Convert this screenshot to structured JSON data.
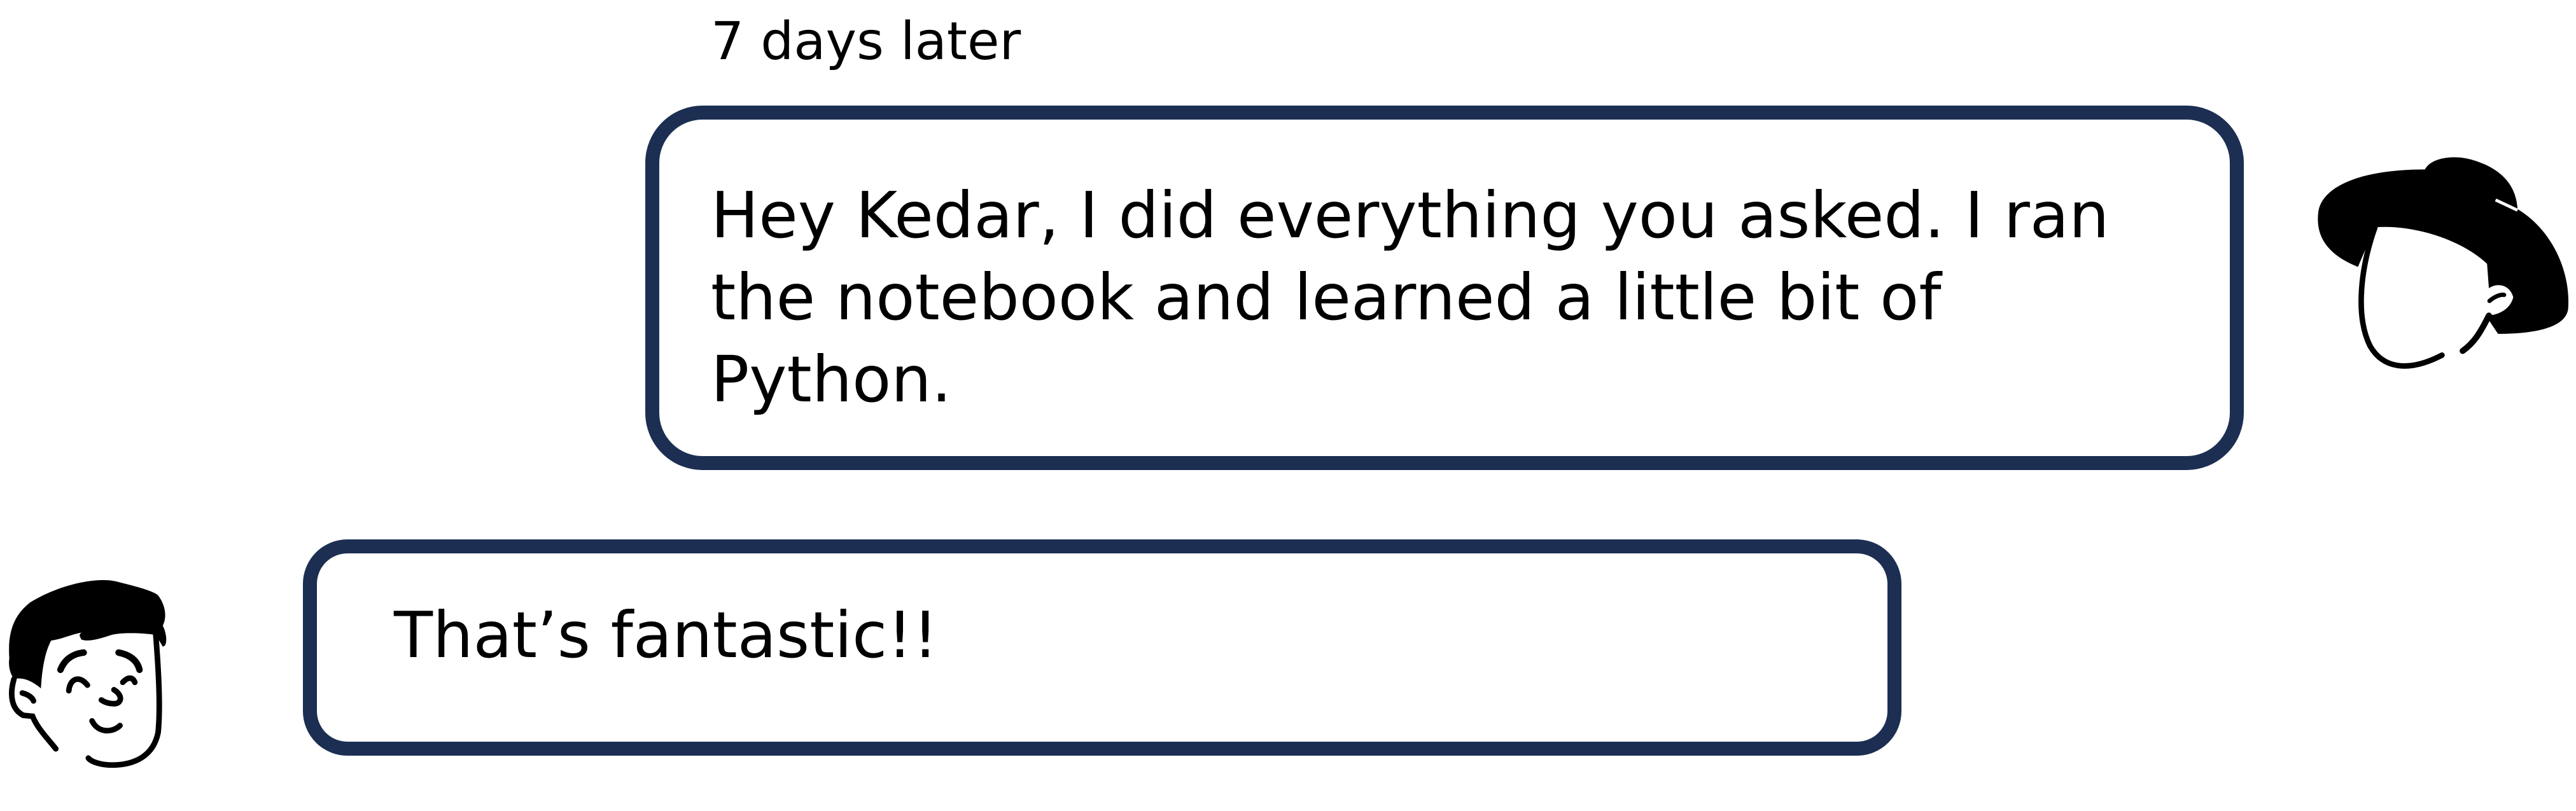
{
  "caption": "7 days later",
  "messages": [
    {
      "sender": "user",
      "text": "Hey Kedar, I did everything you asked. I ran the notebook and learned a little bit of Python."
    },
    {
      "sender": "kedar",
      "text": "That’s fantastic!!"
    }
  ],
  "colors": {
    "bubble_border": "#1c2f52"
  },
  "icons": {
    "right_avatar": "hat-person-avatar-icon",
    "left_avatar": "smiling-boy-avatar-icon"
  }
}
